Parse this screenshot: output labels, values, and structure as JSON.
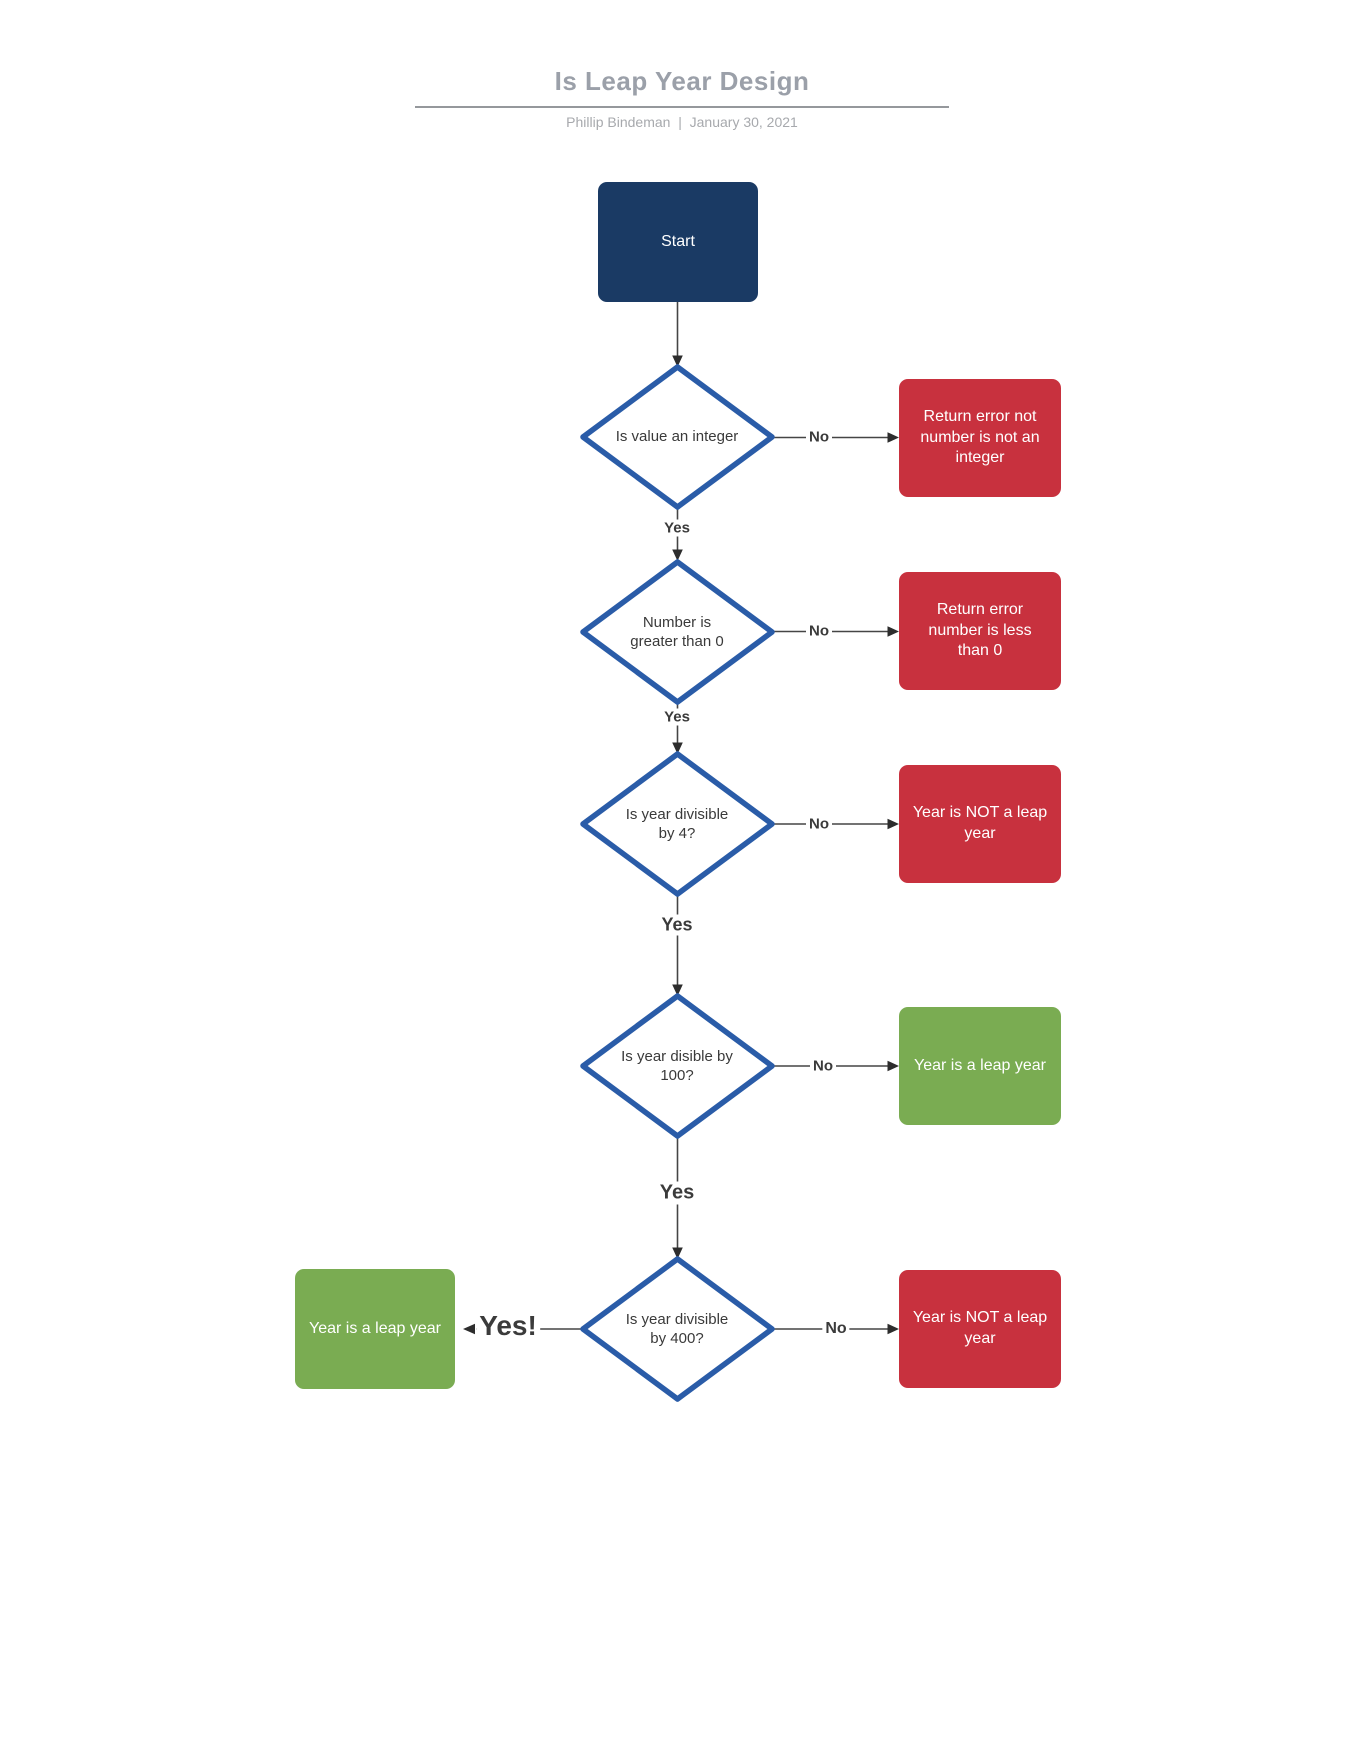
{
  "header": {
    "title": "Is Leap Year Design",
    "byline": "Phillip Bindeman  |  January 30, 2021"
  },
  "colors": {
    "start_fill": "#1a3a64",
    "decision_border": "#2a5ca8",
    "error_fill": "#c8313e",
    "success_fill": "#7aac52",
    "title_gray": "#9ba0a9",
    "connector": "#454545"
  },
  "nodes": {
    "start": "Start",
    "check_integer": "Is value an integer",
    "check_positive": "Number is\ngreater than 0",
    "check_div4": "Is year divisible\nby 4?",
    "check_div100": "Is year disible by\n100?",
    "check_div400": "Is year divisible\nby 400?",
    "error_not_integer": "Return error not\nnumber is not an\ninteger",
    "error_less_zero": "Return error\nnumber is less\nthan 0",
    "not_leap_div4": "Year is NOT a leap\nyear",
    "leap_div100": "Year is a leap year",
    "not_leap_div400": "Year is NOT a leap\nyear",
    "leap_div400": "Year is a leap year"
  },
  "edge_labels": {
    "yes1": "Yes",
    "yes2": "Yes",
    "yes3": "Yes",
    "yes4": "Yes",
    "yes_final": "Yes!",
    "no1": "No",
    "no2": "No",
    "no3": "No",
    "no4": "No",
    "no5": "No"
  }
}
